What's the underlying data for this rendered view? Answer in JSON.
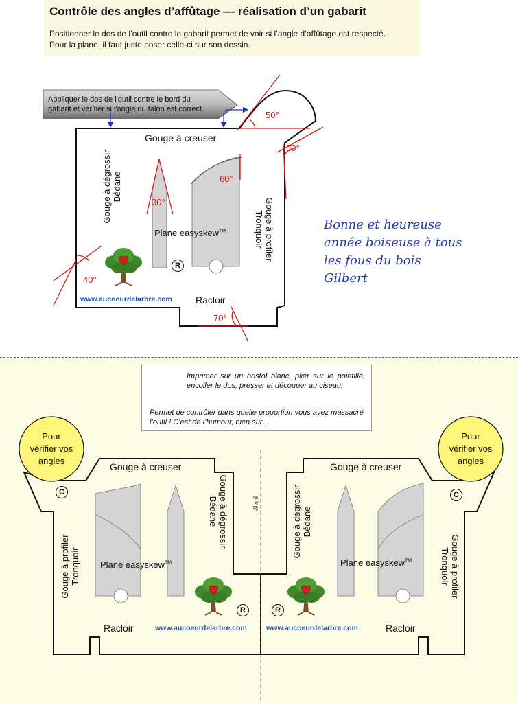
{
  "header": {
    "title": "Contrôle des angles d’affûtage  —  réalisation d’un gabarit",
    "line1": "Positionner le dos de l’outil contre le gabarit permet de voir si l’angle d’affûtage est respecté.",
    "line2": "Pour la plane, il faut juste poser celle-ci sur son dessin."
  },
  "instruction": {
    "line1": "Appliquer le dos de l'outil contre le bord du",
    "line2": "gabarit et vérifier si l'angle du talon est correct."
  },
  "template": {
    "gouge_creuser": "Gouge à creuser",
    "gouge_degrossir": "Gouge à dégrossir",
    "bedane": "Bédane",
    "gouge_profiler": "Gouge à profiler",
    "tronquoir": "Tronquoir",
    "plane": "Plane easyskew",
    "tm": "TM",
    "racloir": "Racloir",
    "website": "www.aucoeurdelarbre.com",
    "registered": "R",
    "copyright": "C"
  },
  "angles": {
    "a50": "50°",
    "a30_right": "30°",
    "a60": "60°",
    "a30_tool": "30°",
    "a40": "40°",
    "a70": "70°"
  },
  "greeting": {
    "line1": "Bonne et heureuse",
    "line2": "année boiseuse à tous",
    "line3": "les fous du bois",
    "line4": "Gilbert"
  },
  "note": {
    "p1": "Imprimer sur un bristol blanc, plier sur le pointillé, encoller le dos, presser et découper au ciseau.",
    "p2": "Permet de contrôler dans quelle proportion vous avez massacré l’outil !  C’est de l’humour, bien sûr…"
  },
  "circle_label": {
    "line1": "Pour",
    "line2": "vérifier vos",
    "line3": "angles"
  },
  "fold_label": "pliage",
  "colors": {
    "angle_red": "#cc1a1a",
    "link_blue": "#1f55b7",
    "greeting_blue": "#2b3a9e",
    "circle_yellow": "#fdf67a",
    "header_bg": "#fbf8e2",
    "lower_bg": "#fcfbe5"
  }
}
